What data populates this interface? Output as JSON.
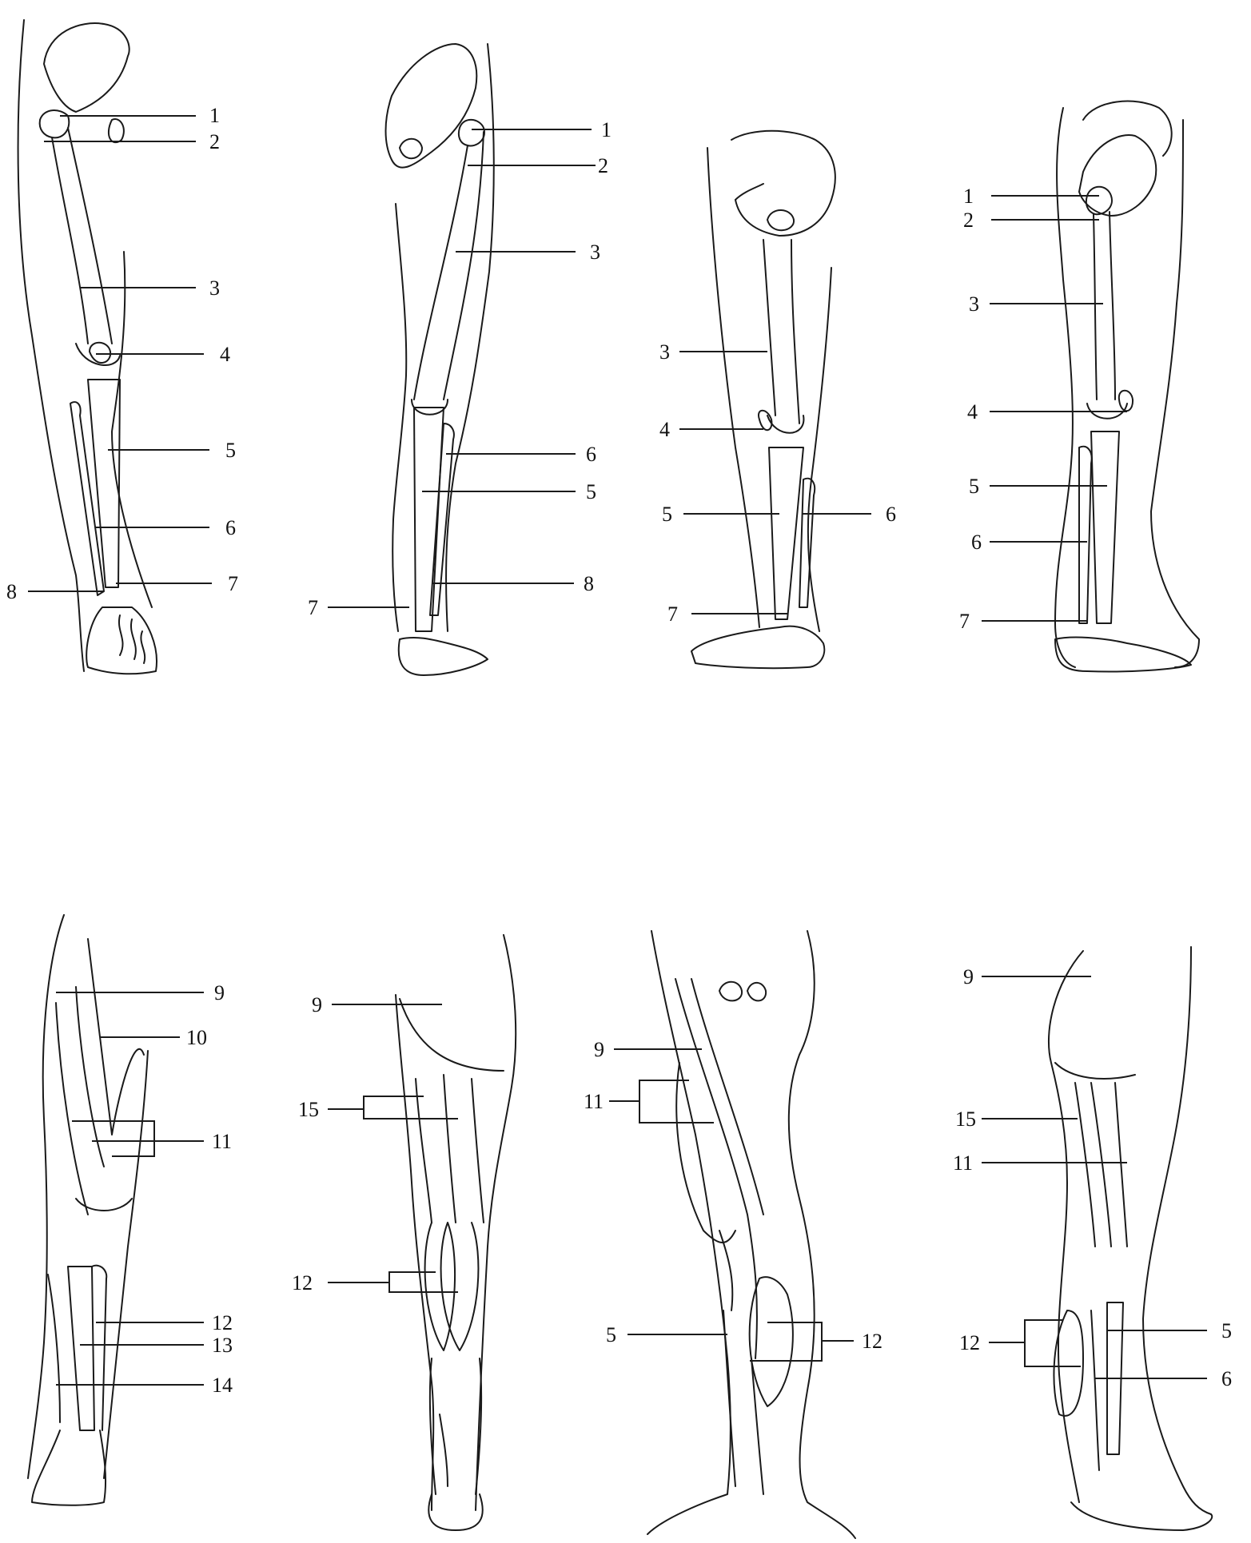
{
  "labels": {
    "n1": "1",
    "n2": "2",
    "n3": "3",
    "n4": "4",
    "n5": "5",
    "n6": "6",
    "n7": "7",
    "n8": "8",
    "n9": "9",
    "n10": "10",
    "n11": "11",
    "n12": "12",
    "n13": "13",
    "n14": "14",
    "n15": "15"
  },
  "colors": {
    "line": "#1a1a1a",
    "text": "#111111",
    "background": "#ffffff"
  }
}
